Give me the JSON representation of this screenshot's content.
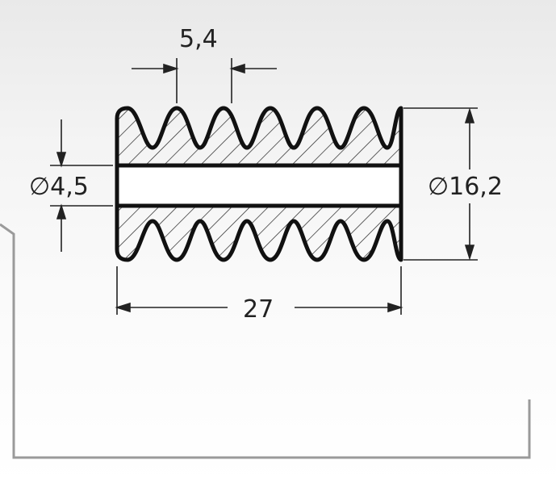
{
  "drawing": {
    "dimensions": {
      "pitch": "5,4",
      "inner_diameter": "∅4,5",
      "outer_diameter": "∅16,2",
      "length": "27"
    },
    "colors": {
      "outline": "#111111",
      "dimension_line": "#222222",
      "frame": "#9a9a9a",
      "background": "#f2f2f2"
    }
  }
}
